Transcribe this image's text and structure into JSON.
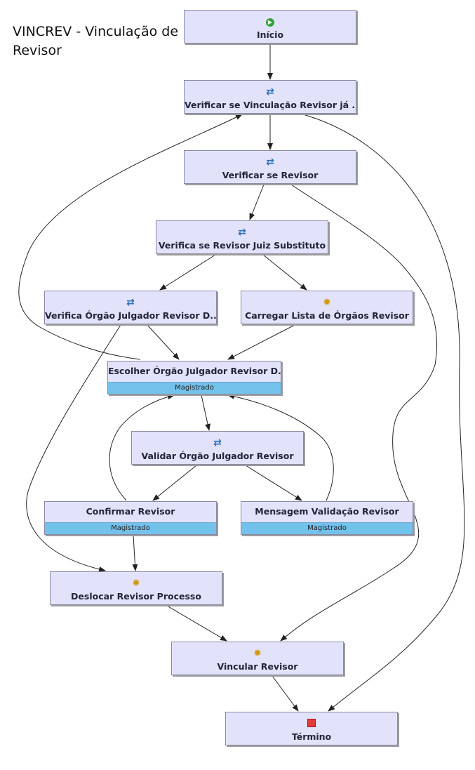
{
  "title": "VINCREV - Vinculação de Revisor",
  "nodes": [
    {
      "id": "inicio",
      "label": "Início",
      "icon": "start-icon",
      "role": ""
    },
    {
      "id": "verificar-vinculacao",
      "label": "Verificar se Vinculação Revisor já ...",
      "icon": "decision-icon",
      "role": ""
    },
    {
      "id": "verificar-revisor",
      "label": "Verificar se Revisor",
      "icon": "decision-icon",
      "role": ""
    },
    {
      "id": "verifica-juiz-substituto",
      "label": "Verifica se Revisor Juiz Substituto",
      "icon": "decision-icon",
      "role": ""
    },
    {
      "id": "verifica-orgao",
      "label": "Verifica Órgão Julgador Revisor D...",
      "icon": "decision-icon",
      "role": ""
    },
    {
      "id": "carregar-lista",
      "label": "Carregar Lista de Órgãos Revisor",
      "icon": "gear-icon",
      "role": ""
    },
    {
      "id": "escolher-orgao",
      "label": "Escolher Órgão Julgador Revisor D...",
      "icon": "",
      "role": "Magistrado"
    },
    {
      "id": "validar-orgao",
      "label": "Validar Órgão Julgador Revisor",
      "icon": "decision-icon",
      "role": ""
    },
    {
      "id": "confirmar-revisor",
      "label": "Confirmar Revisor",
      "icon": "",
      "role": "Magistrado"
    },
    {
      "id": "mensagem-validacao",
      "label": "Mensagem Validação Revisor",
      "icon": "",
      "role": "Magistrado"
    },
    {
      "id": "deslocar-revisor",
      "label": "Deslocar Revisor Processo",
      "icon": "gear-icon",
      "role": ""
    },
    {
      "id": "vincular-revisor",
      "label": "Vincular Revisor",
      "icon": "gear-icon",
      "role": ""
    },
    {
      "id": "termino",
      "label": "Término",
      "icon": "end-icon",
      "role": ""
    }
  ],
  "edges": [
    {
      "from": "inicio",
      "to": "verificar-vinculacao"
    },
    {
      "from": "verificar-vinculacao",
      "to": "verificar-revisor"
    },
    {
      "from": "verificar-vinculacao",
      "to": "termino"
    },
    {
      "from": "verificar-revisor",
      "to": "verifica-juiz-substituto"
    },
    {
      "from": "verificar-revisor",
      "to": "vincular-revisor"
    },
    {
      "from": "verifica-juiz-substituto",
      "to": "verifica-orgao"
    },
    {
      "from": "verifica-juiz-substituto",
      "to": "carregar-lista"
    },
    {
      "from": "verifica-orgao",
      "to": "escolher-orgao"
    },
    {
      "from": "verifica-orgao",
      "to": "deslocar-revisor"
    },
    {
      "from": "carregar-lista",
      "to": "escolher-orgao"
    },
    {
      "from": "escolher-orgao",
      "to": "validar-orgao"
    },
    {
      "from": "escolher-orgao",
      "to": "verificar-vinculacao"
    },
    {
      "from": "validar-orgao",
      "to": "confirmar-revisor"
    },
    {
      "from": "validar-orgao",
      "to": "mensagem-validacao"
    },
    {
      "from": "confirmar-revisor",
      "to": "deslocar-revisor"
    },
    {
      "from": "confirmar-revisor",
      "to": "escolher-orgao"
    },
    {
      "from": "mensagem-validacao",
      "to": "escolher-orgao"
    },
    {
      "from": "deslocar-revisor",
      "to": "vincular-revisor"
    },
    {
      "from": "vincular-revisor",
      "to": "termino"
    }
  ]
}
